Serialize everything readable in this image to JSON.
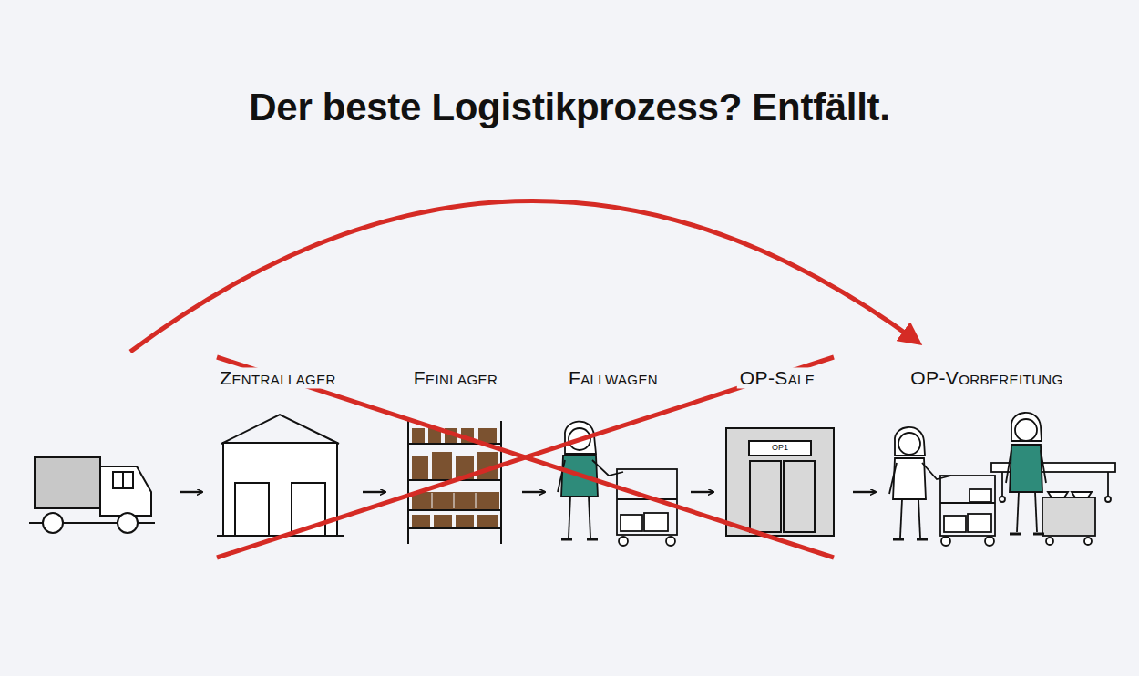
{
  "diagram": {
    "title": "Der beste Logistikprozess? Entfällt.",
    "labels": [
      "Zentrallager",
      "Feinlager",
      "Fallwagen",
      "OP-Säle",
      "OP1",
      "OP-Vorbereitung"
    ]
  }
}
